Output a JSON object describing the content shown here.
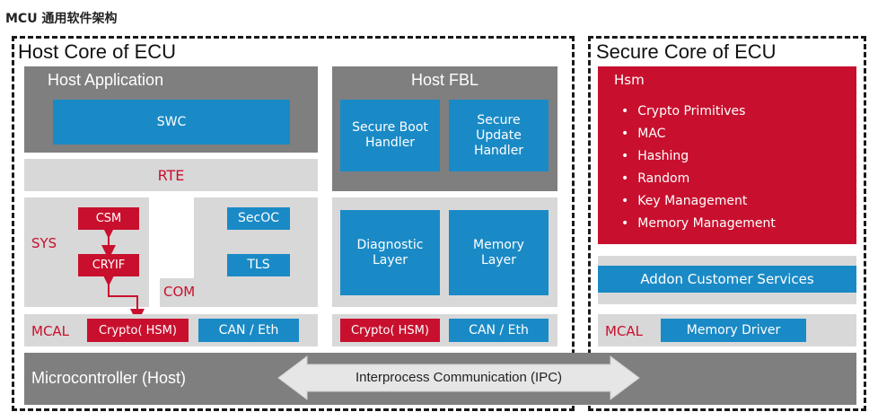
{
  "page_title": "MCU 通用软件架构",
  "host_core": {
    "title": "Host Core of ECU",
    "host_application": {
      "label": "Host Application",
      "swc": "SWC"
    },
    "rte": "RTE",
    "host_fbl": {
      "label": "Host FBL",
      "secure_boot": "Secure Boot Handler",
      "secure_update": "Secure Update Handler"
    },
    "services": {
      "sys": "SYS",
      "csm": "CSM",
      "cryif": "CRYIF",
      "secoc": "SecOC",
      "tls": "TLS",
      "com": "COM"
    },
    "fbl_layers": {
      "diagnostic": "Diagnostic Layer",
      "memory": "Memory Layer"
    },
    "mcal": {
      "label": "MCAL",
      "crypto_hsm": "Crypto( HSM)",
      "can_eth": "CAN / Eth",
      "fbl_crypto_hsm": "Crypto( HSM)",
      "fbl_can_eth": "CAN / Eth"
    },
    "microcontroller": "Microcontroller (Host)"
  },
  "secure_core": {
    "title": "Secure Core of ECU",
    "hsm": {
      "title": "Hsm",
      "items": [
        "Crypto Primitives",
        "MAC",
        "Hashing",
        "Random",
        "Key Management",
        "Memory Management"
      ]
    },
    "addon": "Addon Customer Services",
    "mcal": {
      "label": "MCAL",
      "memory_driver": "Memory Driver"
    }
  },
  "ipc": "Interprocess Communication (IPC)",
  "colors": {
    "red": "#c8102e",
    "blue": "#1a8ac6",
    "dark_gray": "#7f7f7f",
    "light_gray": "#d8d8d8"
  }
}
